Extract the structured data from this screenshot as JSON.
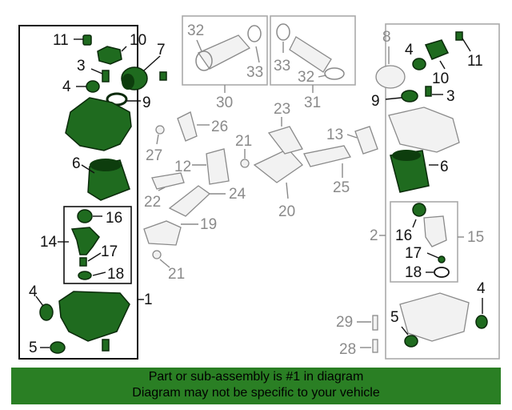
{
  "callouts": {
    "c1": "1",
    "c2": "2",
    "c3a": "3",
    "c3b": "3",
    "c4a": "4",
    "c4b": "4",
    "c4c": "4",
    "c4d": "4",
    "c5a": "5",
    "c5b": "5",
    "c6a": "6",
    "c6b": "6",
    "c7": "7",
    "c8": "8",
    "c9a": "9",
    "c9b": "9",
    "c10a": "10",
    "c10b": "10",
    "c11a": "11",
    "c11b": "11",
    "c12": "12",
    "c13": "13",
    "c14": "14",
    "c15": "15",
    "c16a": "16",
    "c16b": "16",
    "c17a": "17",
    "c17b": "17",
    "c18a": "18",
    "c18b": "18",
    "c19": "19",
    "c20": "20",
    "c21a": "21",
    "c21b": "21",
    "c22": "22",
    "c23": "23",
    "c24": "24",
    "c25": "25",
    "c26": "26",
    "c27": "27",
    "c28": "28",
    "c29": "29",
    "c30": "30",
    "c31": "31",
    "c32a": "32",
    "c32b": "32",
    "c33a": "33",
    "c33b": "33"
  },
  "colors": {
    "highlight": "#1f6b1f",
    "other": "#8a8a8a",
    "banner": "#2a7f24"
  },
  "banner": {
    "line1": "Part or sub-assembly is #1 in diagram",
    "line2": "Diagram may not be specific to your vehicle"
  }
}
